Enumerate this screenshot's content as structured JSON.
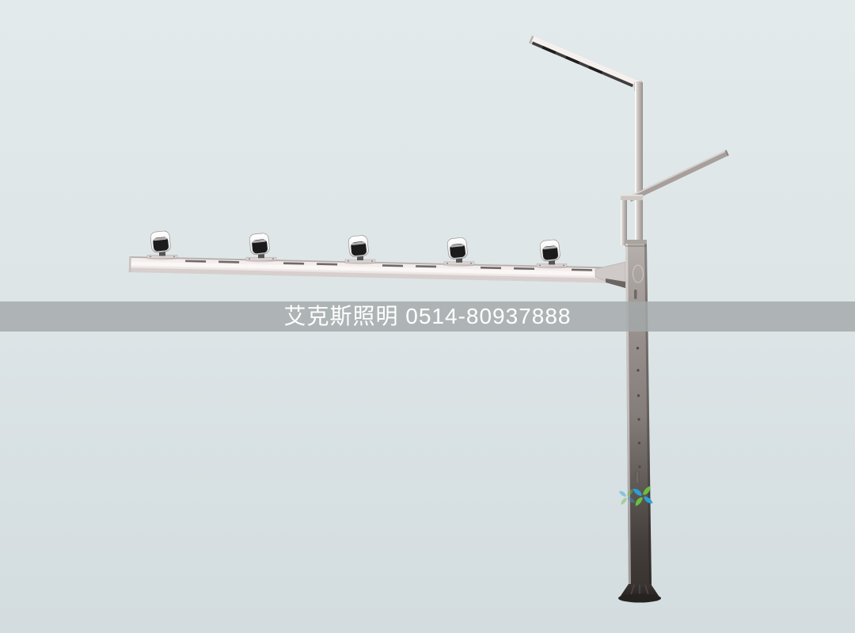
{
  "watermark": {
    "text": "艾克斯照明 0514-80937888"
  },
  "scene": {
    "subject": "dual-arm street lighting pole with five traffic cameras on a long horizontal mast arm",
    "camera_count": 5
  },
  "colors": {
    "background_top": "#e3eaec",
    "background_bottom": "#d3dcdf",
    "watermark_band": "rgba(163,169,169,0.82)",
    "watermark_text": "#ffffff",
    "pole_light": "#b6b0ad",
    "pole_mid": "#857e7a",
    "pole_dark": "#443e3c",
    "pole_base": "#2c2826",
    "arm_body": "#e9e1df",
    "arm_highlight": "#fbf7f6",
    "arm_shadow": "#d5cdcb",
    "led_strip": "#3f3e3d",
    "camera_body": "#fdfdfd",
    "camera_lens": "#1b1b1b",
    "logo_green": "#6abf3f",
    "logo_blue": "#2b9fd9"
  }
}
